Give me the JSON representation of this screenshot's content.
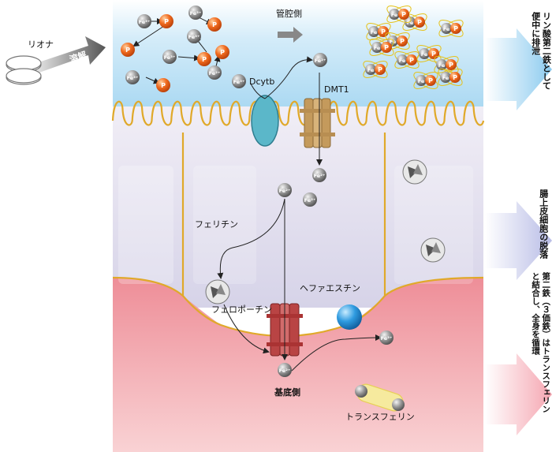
{
  "labels": {
    "lumen": "管腔側",
    "basal": "基底側",
    "dcytb": "Dcytb",
    "dmt1": "DMT1",
    "ferritin": "フェリチン",
    "ferroportin": "フェロポーチン",
    "hephaestin": "ヘファエスチン",
    "transferrin": "トランスフェリン",
    "riona": "リオナ",
    "dissolve": "溶解"
  },
  "side_notes": {
    "top": [
      "リン酸第二鉄として",
      "便中に排泄"
    ],
    "middle": [
      "腸上皮細胞の脱落"
    ],
    "bottom": [
      "第二鉄（３価鉄）はトランスフェリン",
      "と結合し、全身を循環"
    ]
  },
  "ions": {
    "fe3": "Fe³⁺",
    "fe2": "Fe²⁺",
    "fe": "Fe",
    "p": "P"
  },
  "colors": {
    "lumen_top": "#bfe3f7",
    "cell": "#dcdcec",
    "blood": "#f3a9ae",
    "membrane": "#e0a92a",
    "fe_ball": "#888888",
    "p_ball": "#e8641b",
    "dcytb": "#5bb7c9",
    "dmt1": "#c49a5c",
    "ferroportin": "#b94444",
    "hephaestin": "#2a8fd6",
    "transferrin": "#f5e7a0"
  }
}
